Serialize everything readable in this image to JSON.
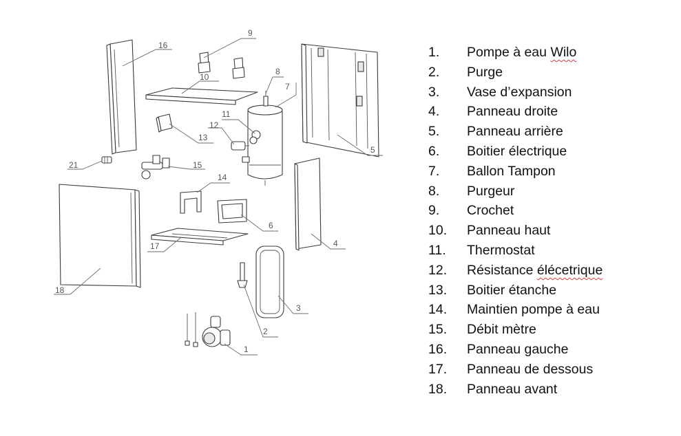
{
  "diagram": {
    "callouts": [
      "1",
      "2",
      "3",
      "4",
      "5",
      "6",
      "7",
      "8",
      "9",
      "10",
      "11",
      "12",
      "13",
      "14",
      "15",
      "16",
      "17",
      "18",
      "21"
    ]
  },
  "legend": {
    "items": [
      {
        "num": "1.",
        "label": "Pompe à eau",
        "label_flagged": "Wilo"
      },
      {
        "num": "2.",
        "label": "Purge"
      },
      {
        "num": "3.",
        "label": "Vase d’expansion"
      },
      {
        "num": "4.",
        "label": "Panneau droite"
      },
      {
        "num": "5.",
        "label": "Panneau arrière"
      },
      {
        "num": "6.",
        "label": "Boitier électrique"
      },
      {
        "num": "7.",
        "label": "Ballon Tampon"
      },
      {
        "num": "8.",
        "label": "Purgeur"
      },
      {
        "num": "9.",
        "label": "Crochet"
      },
      {
        "num": "10.",
        "label": "Panneau haut"
      },
      {
        "num": "11.",
        "label": "Thermostat"
      },
      {
        "num": "12.",
        "label": "Résistance",
        "label_flagged": "élécetrique"
      },
      {
        "num": "13.",
        "label": "Boitier étanche"
      },
      {
        "num": "14.",
        "label": "Maintien pompe à eau"
      },
      {
        "num": "15.",
        "label": "Débit mètre"
      },
      {
        "num": "16.",
        "label": "Panneau gauche"
      },
      {
        "num": "17.",
        "label": "Panneau de dessous"
      },
      {
        "num": "18.",
        "label": "Panneau avant"
      }
    ]
  },
  "colors": {
    "line": "#3a3a3a",
    "leader": "#6b6b6b",
    "spellcheck": "#d23b3b"
  }
}
